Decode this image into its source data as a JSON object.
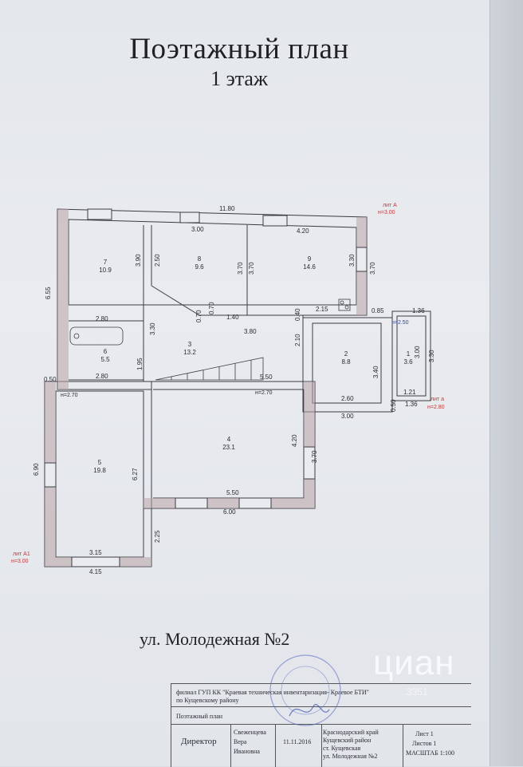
{
  "document": {
    "title": "Поэтажный план",
    "subtitle": "1 этаж",
    "street": "ул. Молодежная №2"
  },
  "plan": {
    "overall": {
      "width_top": "11.80",
      "height_left": "6.55",
      "height_lower_left": "6.90",
      "offset_left": "0.50"
    },
    "heights": {
      "lit_a": "лит А",
      "lit_a_h": "н=3.00",
      "lit_a1": "лит А1",
      "lit_a1_h": "н=3.00",
      "lit_a_small": "лит а",
      "lit_a_small_h": "н=2.80",
      "h250": "н=2.50",
      "h270a": "н=2.70",
      "h270b": "н=2.70"
    },
    "rooms": [
      {
        "num": "1",
        "area": "3.6"
      },
      {
        "num": "2",
        "area": "8.8"
      },
      {
        "num": "3",
        "area": "13.2"
      },
      {
        "num": "4",
        "area": "23.1"
      },
      {
        "num": "5",
        "area": "19.8"
      },
      {
        "num": "6",
        "area": "5.5"
      },
      {
        "num": "7",
        "area": "10.9"
      },
      {
        "num": "8",
        "area": "9.6"
      },
      {
        "num": "9",
        "area": "14.6"
      }
    ],
    "dims": {
      "d300top": "3.00",
      "d420": "4.20",
      "d390": "3.90",
      "d250": "2.50",
      "d370a": "3.70",
      "d370b": "3.70",
      "d330a": "3.30",
      "d370c": "3.70",
      "d280a": "2.80",
      "d330b": "3.30",
      "d070a": "0.70",
      "d070b": "0.70",
      "d140": "1.40",
      "d380": "3.80",
      "d040": "0.40",
      "d215": "2.15",
      "d085": "0.85",
      "d136a": "1.36",
      "d210": "2.10",
      "d195": "1.95",
      "d280b": "2.80",
      "d550a": "5.50",
      "d340": "3.40",
      "d300r": "3.00",
      "d330c": "3.30",
      "d121": "1.21",
      "d136b": "1.36",
      "d260": "2.60",
      "d300b": "3.00",
      "d050": "0.50",
      "d627": "6.27",
      "d420b": "4.20",
      "d370d": "3.70",
      "d550b": "5.50",
      "d600": "6.00",
      "d225": "2.25",
      "d315": "3.15",
      "d415": "4.15"
    }
  },
  "stamp": {
    "org_line1": "филиал ГУП КК \"Краевая техническая инвентаризация- Краевое БТИ\"",
    "org_line2": "по Кущевскому району",
    "doc_type": "Поэтажный план",
    "role": "Директор",
    "name1": "Свеженцева",
    "name2": "Вера",
    "name3": "Ивановна",
    "date": "11.11.2016",
    "region1": "Краснодарский край",
    "region2": "Кущевский район",
    "region3": "ст. Кущевская",
    "region4": "ул. Молодежная №2",
    "sheet": "Лист 1",
    "sheets": "Листов 1",
    "scale": "МАСШТАБ 1:100"
  },
  "watermark": {
    "brand": "циан",
    "id": "...3351"
  },
  "colors": {
    "wall": "#b9a4a8",
    "line": "#3a3c44",
    "red": "#c43a3a",
    "blue": "#2f47b0"
  }
}
